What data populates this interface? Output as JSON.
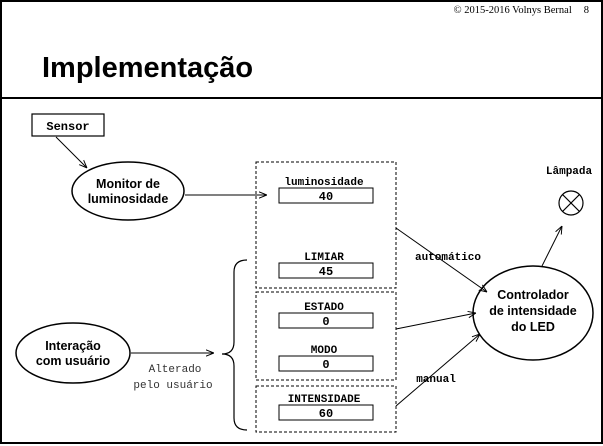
{
  "header": {
    "copyright": "© 2015-2016 Volnys Bernal",
    "page_number": "8"
  },
  "title": "Implementação",
  "diagram": {
    "sensor": "Sensor",
    "monitor": {
      "line1": "Monitor de",
      "line2": "luminosidade"
    },
    "interacao": {
      "line1": "Interação",
      "line2": "com usuário"
    },
    "controlador": {
      "line1": "Controlador",
      "line2": "de intensidade",
      "line3": "do LED"
    },
    "lampada": "Lâmpada",
    "variables": {
      "luminosidade": {
        "name": "luminosidade",
        "value": "40"
      },
      "limiar": {
        "name": "LIMIAR",
        "value": "45"
      },
      "estado": {
        "name": "ESTADO",
        "value": "0"
      },
      "modo": {
        "name": "MODO",
        "value": "0"
      },
      "intensidade": {
        "name": "INTENSIDADE",
        "value": "60"
      }
    },
    "labels": {
      "automatico": "automático",
      "manual": "manual",
      "alterado_line1": "Alterado",
      "alterado_line2": "pelo usuário"
    }
  }
}
